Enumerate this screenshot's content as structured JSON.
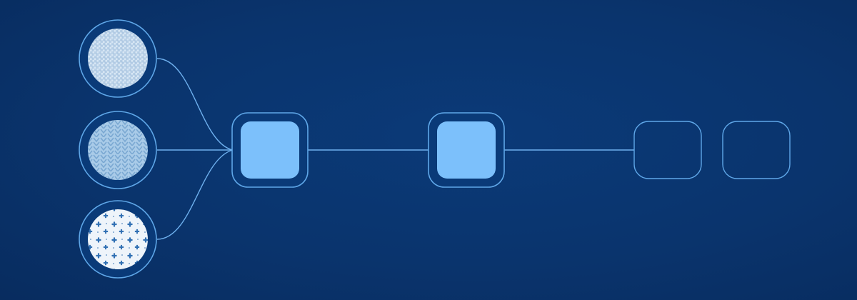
{
  "diagram": {
    "colors": {
      "background": "#0a346d",
      "outline": "#5fa7e8",
      "node_fill_active": "#7cc0fb",
      "node_fill_frame": "#0a3a78",
      "connector": "#6eb0ee"
    },
    "inputs": [
      {
        "id": "swatch-woven",
        "texture": "woven-linen-texture",
        "fill": "#d7e6f4",
        "thread": "#8fb3d6"
      },
      {
        "id": "swatch-knit",
        "texture": "knit-rib-texture",
        "fill": "#a9cbe8",
        "thread": "#6f9fcb"
      },
      {
        "id": "swatch-floral",
        "texture": "floral-print-texture",
        "fill": "#eef4fa",
        "thread": "#2f6fb3"
      }
    ],
    "stages": [
      {
        "id": "stage-1",
        "state": "active"
      },
      {
        "id": "stage-2",
        "state": "active"
      },
      {
        "id": "stage-3",
        "state": "empty"
      },
      {
        "id": "stage-4",
        "state": "empty"
      }
    ]
  }
}
